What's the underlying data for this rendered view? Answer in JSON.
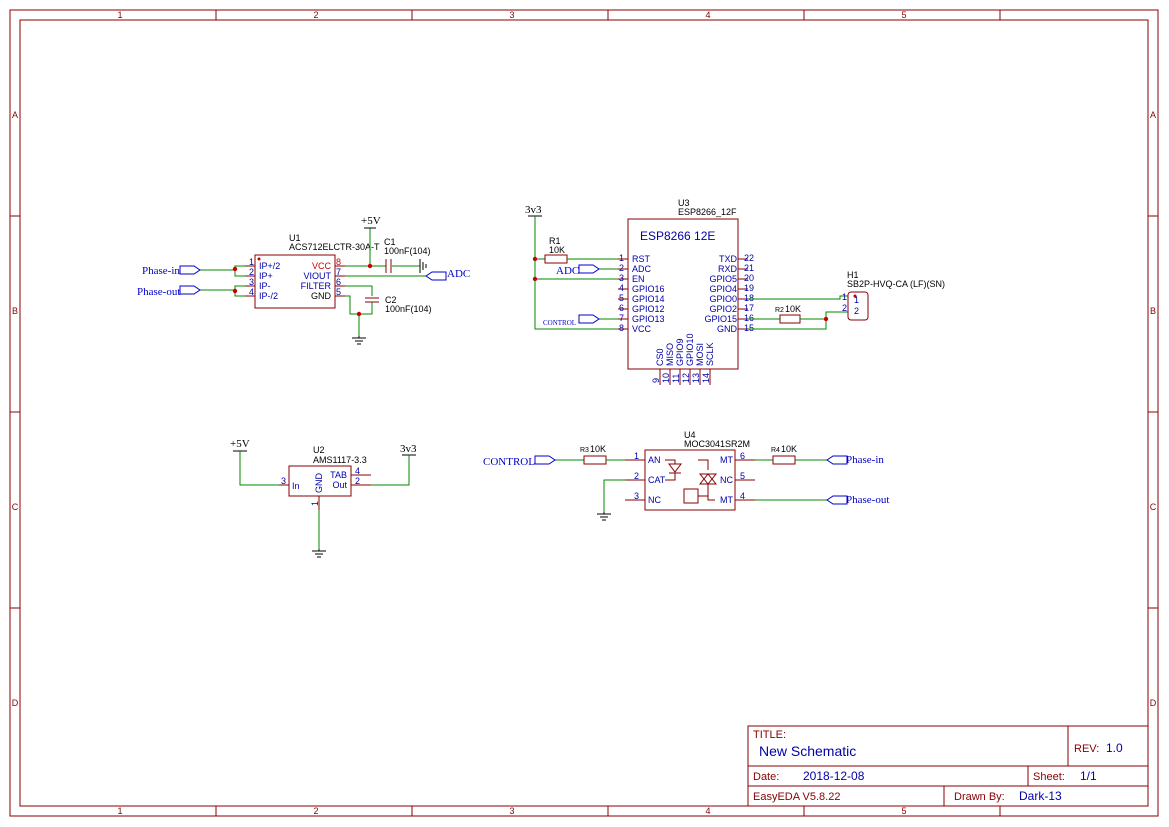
{
  "frame": {
    "columns": [
      "1",
      "2",
      "3",
      "4",
      "5"
    ],
    "rows": [
      "A",
      "B",
      "C",
      "D"
    ]
  },
  "title_block": {
    "title_label": "TITLE:",
    "title_value": "New Schematic",
    "rev_label": "REV:",
    "rev_value": "1.0",
    "date_label": "Date:",
    "date_value": "2018-12-08",
    "sheet_label": "Sheet:",
    "sheet_value": "1/1",
    "tool": "EasyEDA V5.8.22",
    "drawn_by_label": "Drawn By:",
    "drawn_by_value": "Dark-13"
  },
  "u1": {
    "ref": "U1",
    "part": "ACS712ELCTR-30A-T",
    "pins_left": [
      {
        "num": "1",
        "name": "IP+/2"
      },
      {
        "num": "2",
        "name": "IP+"
      },
      {
        "num": "3",
        "name": "IP-"
      },
      {
        "num": "4",
        "name": "IP-/2"
      }
    ],
    "pins_right": [
      {
        "num": "8",
        "name": "VCC"
      },
      {
        "num": "7",
        "name": "VIOUT"
      },
      {
        "num": "6",
        "name": "FILTER"
      },
      {
        "num": "5",
        "name": "GND"
      }
    ]
  },
  "c1": {
    "ref": "C1",
    "value": "100nF(104)"
  },
  "c2": {
    "ref": "C2",
    "value": "100nF(104)"
  },
  "u3": {
    "ref": "U3",
    "part": "ESP8266_12F",
    "title": "ESP8266 12E",
    "pins_left": [
      {
        "num": "1",
        "name": "RST"
      },
      {
        "num": "2",
        "name": "ADC"
      },
      {
        "num": "3",
        "name": "EN"
      },
      {
        "num": "4",
        "name": "GPIO16"
      },
      {
        "num": "5",
        "name": "GPIO14"
      },
      {
        "num": "6",
        "name": "GPIO12"
      },
      {
        "num": "7",
        "name": "GPIO13"
      },
      {
        "num": "8",
        "name": "VCC"
      }
    ],
    "pins_right": [
      {
        "num": "22",
        "name": "TXD"
      },
      {
        "num": "21",
        "name": "RXD"
      },
      {
        "num": "20",
        "name": "GPIO5"
      },
      {
        "num": "19",
        "name": "GPIO4"
      },
      {
        "num": "18",
        "name": "GPIO0"
      },
      {
        "num": "17",
        "name": "GPIO2"
      },
      {
        "num": "16",
        "name": "GPIO15"
      },
      {
        "num": "15",
        "name": "GND"
      }
    ],
    "pins_bottom": [
      {
        "num": "9",
        "name": "CS0"
      },
      {
        "num": "10",
        "name": "MISO"
      },
      {
        "num": "11",
        "name": "GPIO9"
      },
      {
        "num": "12",
        "name": "GPIO10"
      },
      {
        "num": "13",
        "name": "MOSI"
      },
      {
        "num": "14",
        "name": "SCLK"
      }
    ]
  },
  "r1": {
    "ref": "R1",
    "value": "10K"
  },
  "r2": {
    "ref": "R2",
    "value": "10K"
  },
  "r3": {
    "ref": "R3",
    "value": "10K"
  },
  "r4": {
    "ref": "R4",
    "value": "10K"
  },
  "h1": {
    "ref": "H1",
    "part": "SB2P-HVQ-CA (LF)(SN)",
    "pins": [
      "1",
      "2"
    ]
  },
  "u2": {
    "ref": "U2",
    "part": "AMS1117-3.3",
    "pin_in": {
      "num": "3",
      "name": "In"
    },
    "pin_gnd": {
      "num": "1",
      "name": "GND"
    },
    "pin_tab": {
      "num": "4",
      "name": "TAB"
    },
    "pin_out": {
      "num": "2",
      "name": "Out"
    }
  },
  "u4": {
    "ref": "U4",
    "part": "MOC3041SR2M",
    "pins_left": [
      {
        "num": "1",
        "name": "AN"
      },
      {
        "num": "2",
        "name": "CAT"
      },
      {
        "num": "3",
        "name": "NC"
      }
    ],
    "pins_right": [
      {
        "num": "6",
        "name": "MT"
      },
      {
        "num": "5",
        "name": "NC"
      },
      {
        "num": "4",
        "name": "MT"
      }
    ]
  },
  "nets": {
    "phase_in": "Phase-in",
    "phase_out": "Phase-out",
    "adc": "ADC",
    "control": "CONTROL",
    "v5": "+5V",
    "v33": "3v3"
  }
}
